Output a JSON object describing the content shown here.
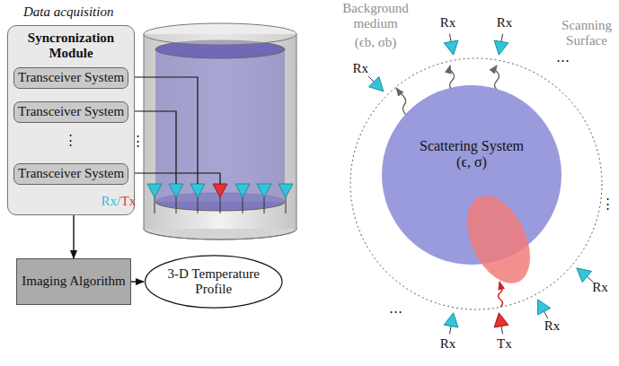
{
  "diagram": {
    "nodes": [
      {
        "text": [
          "Syncronization Module"
        ]
      },
      {
        "text": [
          "Transceiver System"
        ],
        "in": 0
      },
      {
        "text": [
          "Transceiver System"
        ],
        "in": 0
      },
      {
        "text": [
          "Transceiver System"
        ],
        "in": 0
      },
      {
        "text": [
          "Imaging Algorithm"
        ]
      },
      {
        "text": [
          "3-D Temperature Profile"
        ]
      },
      {
        "text": [
          "Scattering System",
          "(ϵ, σ)"
        ]
      }
    ],
    "edges": [
      {
        "from": 0,
        "to": 4,
        "arrow": "to"
      },
      {
        "from": 4,
        "to": 5,
        "arrow": "to"
      }
    ],
    "labels": [
      "Data acquisition",
      "⋮",
      "⋮",
      "Rx/Tx",
      "Background medium",
      "(ϵb, σb)",
      "Scanning Surface",
      "Rx",
      "Rx",
      "Rx",
      "⋯",
      "⋮",
      "Rx",
      "Rx",
      "Tx",
      "Rx",
      "⋯"
    ]
  }
}
